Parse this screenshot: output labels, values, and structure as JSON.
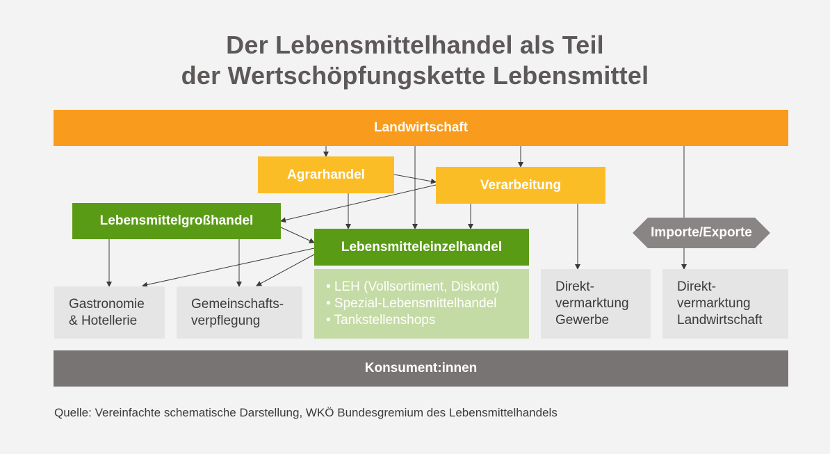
{
  "title": {
    "line1": "Der Lebensmittelhandel als Teil",
    "line2": "der Wertschöpfungskette Lebensmittel"
  },
  "nodes": {
    "landwirtschaft": "Landwirtschaft",
    "agrarhandel": "Agrarhandel",
    "verarbeitung": "Verarbeitung",
    "grosshandel": "Lebensmittelgroßhandel",
    "einzelhandel": "Lebensmitteleinzelhandel",
    "importe_exporte": "Importe/Exporte",
    "konsumenten": "Konsument:innen"
  },
  "einzelhandel_items": [
    "• LEH (Vollsortiment, Diskont)",
    "• Spezial-Lebensmittelhandel",
    "• Tankstellenshops"
  ],
  "outlets": {
    "gastronomie": [
      "Gastronomie",
      "& Hotellerie"
    ],
    "gemeinschaft": [
      "Gemeinschafts-",
      "verpflegung"
    ],
    "direkt_gewerbe": [
      "Direkt-",
      "vermarktung",
      "Gewerbe"
    ],
    "direkt_landwirtschaft": [
      "Direkt-",
      "vermarktung",
      "Landwirtschaft"
    ]
  },
  "source": "Quelle: Vereinfachte schematische Darstellung, WKÖ Bundesgremium des Lebensmittelhandels",
  "colors": {
    "orange": "#f99b1c",
    "yellow": "#fbbd25",
    "green": "#5a9b16",
    "lightgreen": "#c4dba5",
    "grey": "#e5e5e5",
    "darkgrey": "#797474",
    "arrowgrey": "#8a8585",
    "text": "#5e5959"
  }
}
